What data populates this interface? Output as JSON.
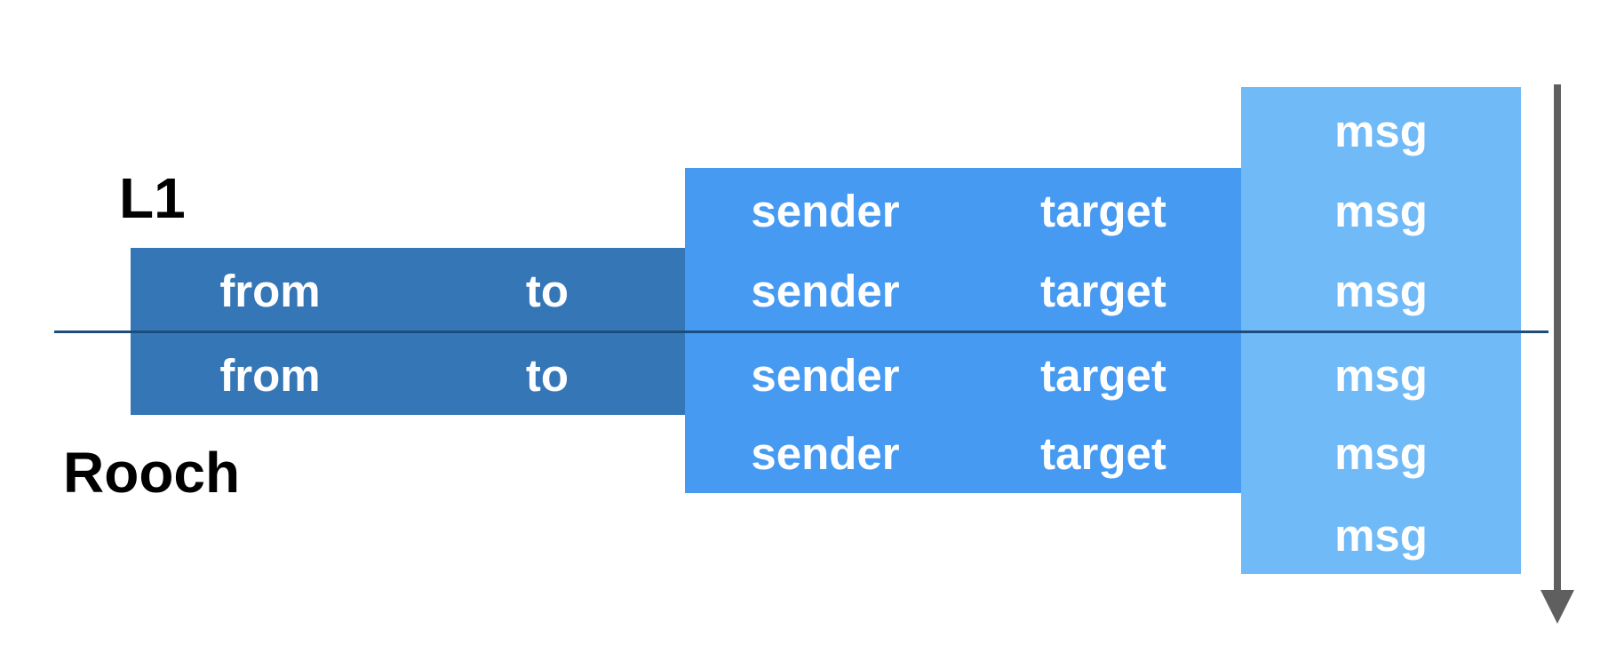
{
  "labels": {
    "top": "L1",
    "bottom": "Rooch"
  },
  "columns": {
    "from": "from",
    "to": "to",
    "sender": "sender",
    "target": "target",
    "msg": "msg"
  },
  "colors": {
    "l1_block": "#3576b6",
    "middle_block": "#469af2",
    "msg_block": "#70baf7",
    "divider": "#1c4d7c",
    "arrow": "#5f5f5f",
    "cell_text": "#ffffff",
    "label_text": "#000000"
  }
}
